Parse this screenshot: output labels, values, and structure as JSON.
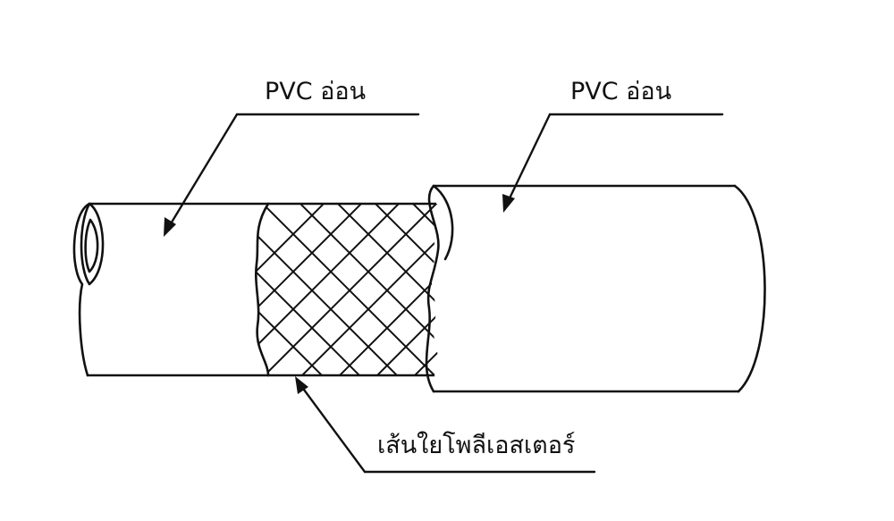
{
  "labels": {
    "outer_left": "PVC อ่อน",
    "outer_right": "PVC อ่อน",
    "reinforcement": "เส้นใยโพลีเอสเตอร์"
  },
  "colors": {
    "line": "#111111",
    "background": "#ffffff"
  }
}
